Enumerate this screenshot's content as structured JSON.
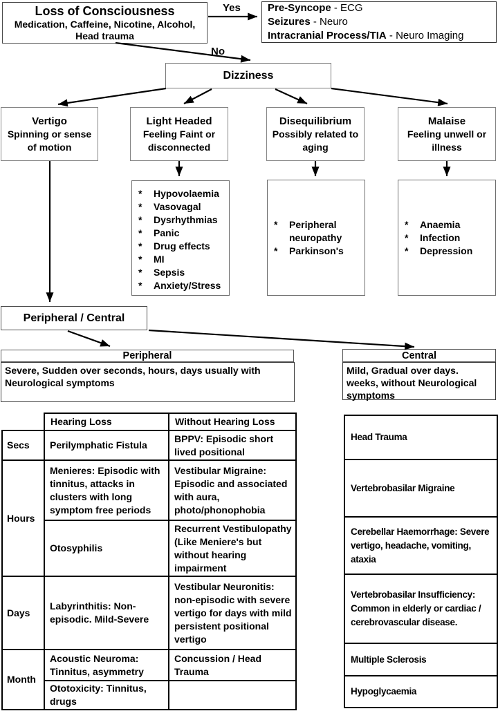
{
  "flowchart": {
    "loc_box": {
      "title": "Loss of Consciousness",
      "subtitle": "Medication, Caffeine, Nicotine, Alcohol, Head trauma"
    },
    "branch_labels": {
      "yes": "Yes",
      "no": "No"
    },
    "syncope_box": {
      "lines": [
        {
          "term": "Pre-Syncope",
          "action": " - ECG"
        },
        {
          "term": "Seizures",
          "action": " - Neuro"
        },
        {
          "term": "Intracranial Process/TIA",
          "action": " - Neuro Imaging"
        }
      ]
    },
    "dizziness_box": {
      "title": "Dizziness"
    },
    "category_boxes": {
      "vertigo": {
        "title": "Vertigo",
        "desc": "Spinning or sense of motion"
      },
      "light_headed": {
        "title": "Light Headed",
        "desc": "Feeling Faint or disconnected"
      },
      "disequilibrium": {
        "title": "Disequilibrium",
        "desc": "Possibly related to aging"
      },
      "malaise": {
        "title": "Malaise",
        "desc": "Feeling unwell or illness"
      }
    },
    "bullet": "*",
    "cause_lists": {
      "light_headed": {
        "items": [
          "Hypovolaemia",
          "Vasovagal",
          "Dysrhythmias",
          "Panic",
          "Drug effects",
          "MI",
          "Sepsis",
          "Anxiety/Stress"
        ]
      },
      "disequilibrium": {
        "items": [
          "Peripheral neuropathy",
          "Parkinson's"
        ]
      },
      "malaise": {
        "items": [
          "Anaemia",
          "Infection",
          "Depression"
        ]
      }
    },
    "peripheral_central_box": {
      "title": "Peripheral / Central"
    }
  },
  "peripheral_section": {
    "header": "Peripheral",
    "desc": "Severe, Sudden over seconds, hours, days usually with Neurological symptoms"
  },
  "central_section": {
    "header": "Central",
    "desc": "Mild, Gradual over days. weeks, without Neurological symptoms"
  },
  "peripheral_table": {
    "col_headers": [
      "Hearing Loss",
      "Without Hearing Loss"
    ],
    "rows": [
      {
        "label": "Secs",
        "hearing": "Perilymphatic Fistula",
        "without": "BPPV: Episodic short lived positional"
      },
      {
        "label": "Hours",
        "hearing": "Menieres: Episodic with tinnitus, attacks in clusters with long symptom free periods",
        "without": "Vestibular Migraine: Episodic and associated with aura, photo/phonophobia"
      },
      {
        "label": "",
        "hearing": "Otosyphilis",
        "without": "Recurrent Vestibulopathy (Like Meniere's but without hearing impairment"
      },
      {
        "label": "Days",
        "hearing": "Labyrinthitis: Non-episodic. Mild-Severe",
        "without": "Vestibular Neuronitis: non-episodic with severe vertigo for days with mild persistent positional vertigo"
      },
      {
        "label": "Month",
        "hearing": "Acoustic Neuroma: Tinnitus, asymmetry",
        "without": "Concussion / Head Trauma"
      },
      {
        "label": "",
        "hearing": "Ototoxicity: Tinnitus, drugs",
        "without": ""
      }
    ]
  },
  "central_table": {
    "rows": [
      "Head Trauma",
      "Vertebrobasilar Migraine",
      "Cerebellar Haemorrhage: Severe vertigo, headache, vomiting, ataxia",
      "Vertebrobasilar Insufficiency: Common in elderly or cardiac / cerebrovascular disease.",
      "Multiple Sclerosis",
      "Hypoglycaemia"
    ]
  }
}
